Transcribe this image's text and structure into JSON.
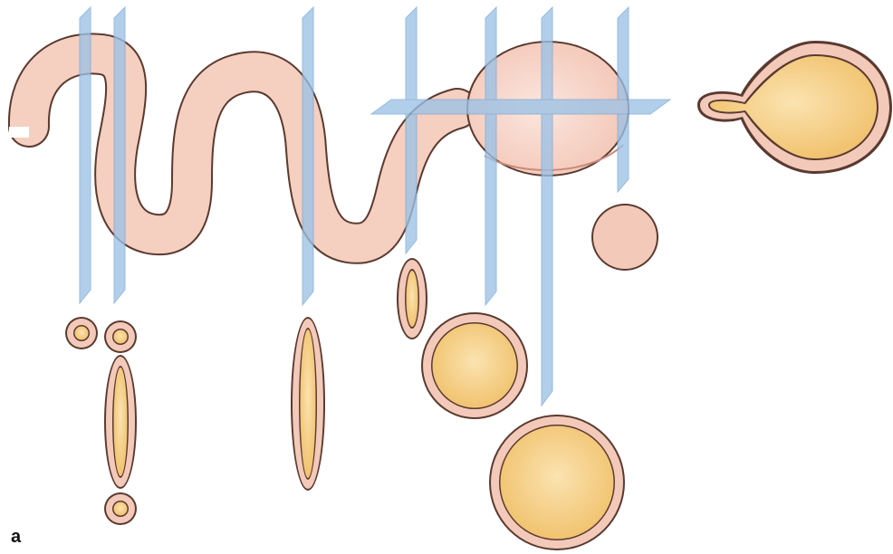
{
  "panel_label": "a",
  "colors": {
    "tube_fill": "#f5cfc0",
    "tube_stroke": "#5a3a30",
    "plane_fill": "#9cc2e6",
    "plane_stroke": "#7aa8d6",
    "section_outer": "#f3c9b9",
    "section_lumen_light": "#fbe3b0",
    "section_lumen_dark": "#f0c06a"
  },
  "shapes": {
    "tube": "convoluted-tube",
    "bulb": "terminal-dilation",
    "plane_count": 8,
    "cross_sections": [
      "round-small",
      "round-small",
      "elongated-oval",
      "round-small",
      "elongated-oval",
      "oval-narrow",
      "round-medium",
      "round-large",
      "round-plain",
      "bulb-with-neck"
    ]
  }
}
